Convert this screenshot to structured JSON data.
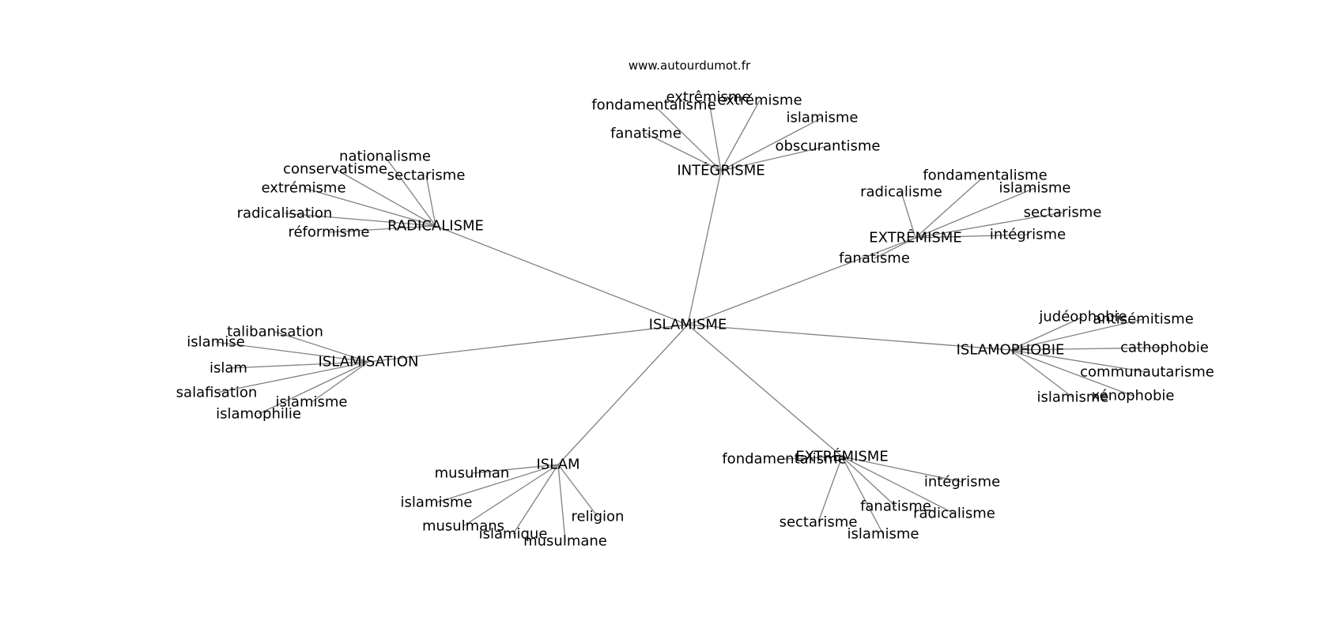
{
  "title": "www.autourdumot.fr",
  "colors": {
    "edge": "#808080",
    "text": "#000000",
    "background": "#ffffff"
  },
  "root": {
    "label": "ISLAMISME"
  },
  "groups": [
    {
      "label": "INTÉGRISME",
      "children": [
        "fondamentalisme",
        "extrêmisme",
        "extrémisme",
        "islamisme",
        "fanatisme",
        "obscurantisme"
      ]
    },
    {
      "label": "RADICALISME",
      "children": [
        "nationalisme",
        "conservatisme",
        "sectarisme",
        "extrémisme",
        "radicalisation",
        "réformisme"
      ]
    },
    {
      "label": "EXTRÊMISME",
      "children": [
        "fondamentalisme",
        "radicalisme",
        "islamisme",
        "sectarisme",
        "intégrisme",
        "fanatisme"
      ]
    },
    {
      "label": "ISLAMISATION",
      "children": [
        "talibanisation",
        "islamise",
        "islam",
        "salafisation",
        "islamisme",
        "islamophilie"
      ]
    },
    {
      "label": "ISLAMOPHOBIE",
      "children": [
        "judéophobie",
        "antisémitisme",
        "cathophobie",
        "communautarisme",
        "islamisme",
        "xénophobie"
      ]
    },
    {
      "label": "ISLAM",
      "children": [
        "musulman",
        "islamisme",
        "musulmans",
        "islamique",
        "musulmane",
        "religion"
      ]
    },
    {
      "label": "EXTRÉMISME",
      "children": [
        "fondamentalisme",
        "intégrisme",
        "fanatisme",
        "radicalisme",
        "sectarisme",
        "islamisme"
      ]
    }
  ]
}
